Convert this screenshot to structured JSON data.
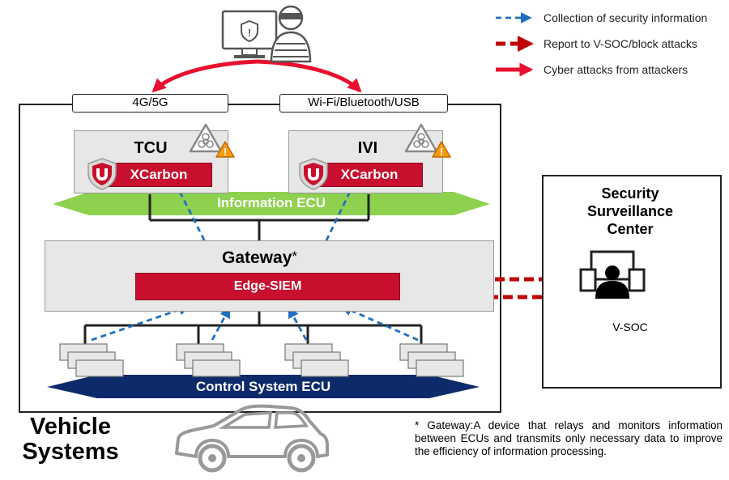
{
  "legend": {
    "collection": "Collection of security information",
    "report": "Report to V-SOC/block attacks",
    "cyber": "Cyber attacks from attackers"
  },
  "vehicle": {
    "tab_cellular": "4G/5G",
    "tab_wireless": "Wi-Fi/Bluetooth/USB",
    "tcu": {
      "title": "TCU",
      "protection": "XCarbon"
    },
    "ivi": {
      "title": "IVI",
      "protection": "XCarbon"
    },
    "information_ecu": "Information ECU",
    "gateway": {
      "title": "Gateway",
      "marker": "*",
      "siem": "Edge-SIEM"
    },
    "control_ecu": "Control System ECU",
    "systems_label_line1": "Vehicle",
    "systems_label_line2": "Systems"
  },
  "soc": {
    "title_line1": "Security",
    "title_line2": "Surveillance",
    "title_line3": "Center",
    "label": "V-SOC"
  },
  "footnote": "* Gateway:A device that relays and monitors information between ECUs and transmits only necessary data to improve the efficiency of information processing.",
  "colors": {
    "collection_arrow": "#1f6fbf",
    "report_arrow": "#c00000",
    "attack_arrow": "#e8102e",
    "xcarbon": "#c8102e",
    "info_ecu": "#8dd14e",
    "control_ecu": "#0d2a6b"
  },
  "icons": [
    "attacker-icon",
    "biohazard-icon",
    "warning-icon",
    "shield-icon",
    "operator-icon",
    "car-icon"
  ]
}
